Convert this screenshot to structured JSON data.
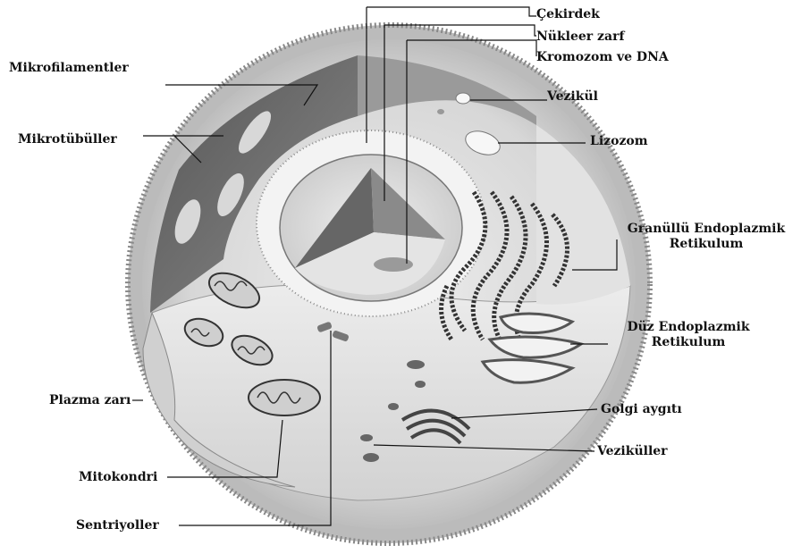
{
  "labels": {
    "cekirdek": "Çekirdek",
    "nukleer_zarf": "Nükleer zarf",
    "kromozom": "Kromozom ve DNA",
    "mikrofilamentler": "Mikrofilamentler",
    "vezikul": "Vezikül",
    "mikrotubuller": "Mikrotübüller",
    "lizozom": "Lizozom",
    "granullu_er_line1": "Granüllü Endoplazmik",
    "granullu_er_line2": "Retikulum",
    "duz_er_line1": "Düz Endoplazmik",
    "duz_er_line2": "Retikulum",
    "plazma_zari": "Plazma zarı",
    "golgi": "Golgi aygıtı",
    "vezikuller": "Veziküller",
    "mitokondri": "Mitokondri",
    "sentriyoller": "Sentriyoller"
  },
  "colors": {
    "ink": "#111111",
    "membrane": "#c9c9c9",
    "cytoplasm": "#e6e6e6",
    "dark_wall": "#6f6f6f",
    "nucleus": "#9a9a9a"
  }
}
